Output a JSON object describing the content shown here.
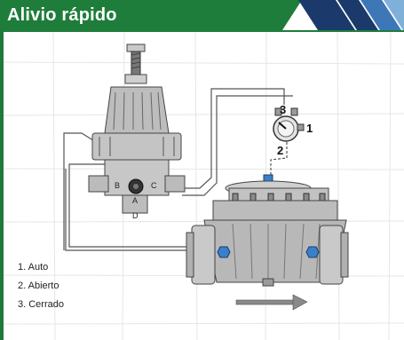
{
  "header": {
    "title": "Alivio rápido",
    "band_color": "#1e7d3a",
    "stripe_color": "#1b3a6b"
  },
  "legend": {
    "items": [
      "1. Auto",
      "2. Abierto",
      "3. Cerrado"
    ]
  },
  "selector": {
    "positions": [
      "1",
      "2",
      "3"
    ]
  },
  "regulator": {
    "port_labels": [
      "B",
      "A",
      "C",
      "D"
    ]
  }
}
